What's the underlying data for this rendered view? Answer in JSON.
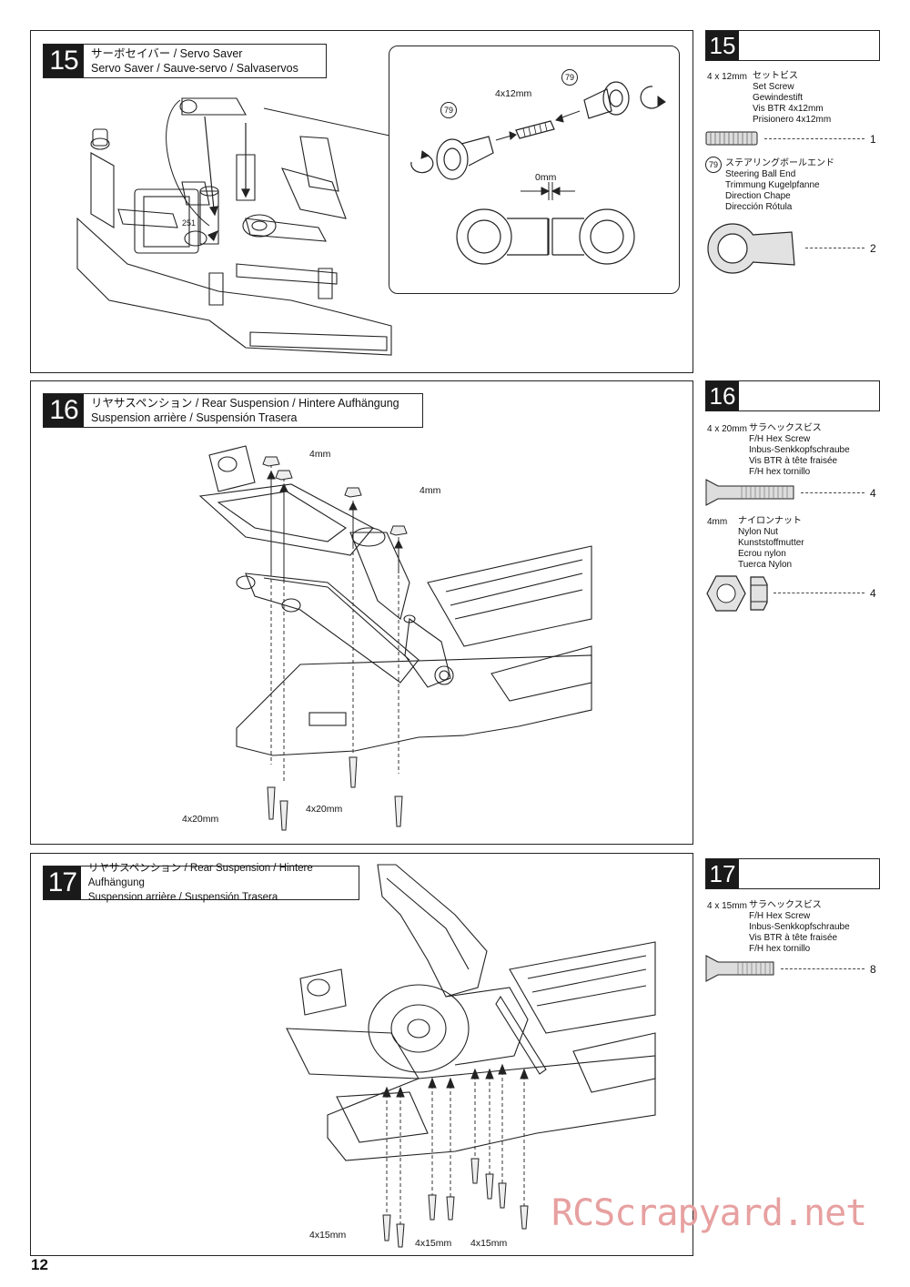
{
  "page_number": "12",
  "watermark": "RCScrapyard.net",
  "step15": {
    "number": "15",
    "title_line1": "サーボセイバー / Servo Saver",
    "title_line2": "Servo Saver  /  Sauve-servo / Salvaservos",
    "detail": {
      "label_size": "4x12mm",
      "label_gap": "0mm",
      "ref1": "79",
      "ref2": "79"
    },
    "parts": [
      {
        "ref": "",
        "size": "4 x 12mm",
        "lines": [
          "セットビス",
          "Set Screw",
          "Gewindestift",
          "Vis BTR 4x12mm",
          "Prisionero 4x12mm"
        ],
        "qty": "1"
      },
      {
        "ref": "79",
        "size": "",
        "lines": [
          "ステアリングボールエンド",
          "Steering Ball End",
          "Trimmung Kugelpfanne",
          "Direction Chape",
          "Dirección Rótula"
        ],
        "qty": "2"
      }
    ]
  },
  "step16": {
    "number": "16",
    "title_line1": "リヤサスペンション / Rear Suspension / Hintere Aufhängung",
    "title_line2": "Suspension arrière / Suspensión Trasera",
    "labels": {
      "nut_a": "4mm",
      "nut_b": "4mm",
      "screw_a": "4x20mm",
      "screw_b": "4x20mm"
    },
    "parts": [
      {
        "size": "4 x 20mm",
        "lines": [
          "サラヘックスビス",
          "F/H Hex Screw",
          "Inbus-Senkkopfschraube",
          "Vis BTR à tête fraisée",
          "F/H hex tornillo"
        ],
        "qty": "4"
      },
      {
        "size": "4mm",
        "lines": [
          "ナイロンナット",
          "Nylon Nut",
          "Kunststoffmutter",
          "Ecrou nylon",
          "Tuerca Nylon"
        ],
        "qty": "4"
      }
    ]
  },
  "step17": {
    "number": "17",
    "title_line1": "リヤサスペンション / Rear Suspension / Hintere Aufhängung",
    "title_line2": "Suspension arrière / Suspensión Trasera",
    "labels": {
      "screw_a": "4x15mm",
      "screw_b": "4x15mm",
      "screw_c": "4x15mm"
    },
    "parts": [
      {
        "size": "4 x 15mm",
        "lines": [
          "サラヘックスビス",
          "F/H Hex Screw",
          "Inbus-Senkkopfschraube",
          "Vis BTR à tête fraisée",
          "F/H hex tornillo"
        ],
        "qty": "8"
      }
    ]
  }
}
